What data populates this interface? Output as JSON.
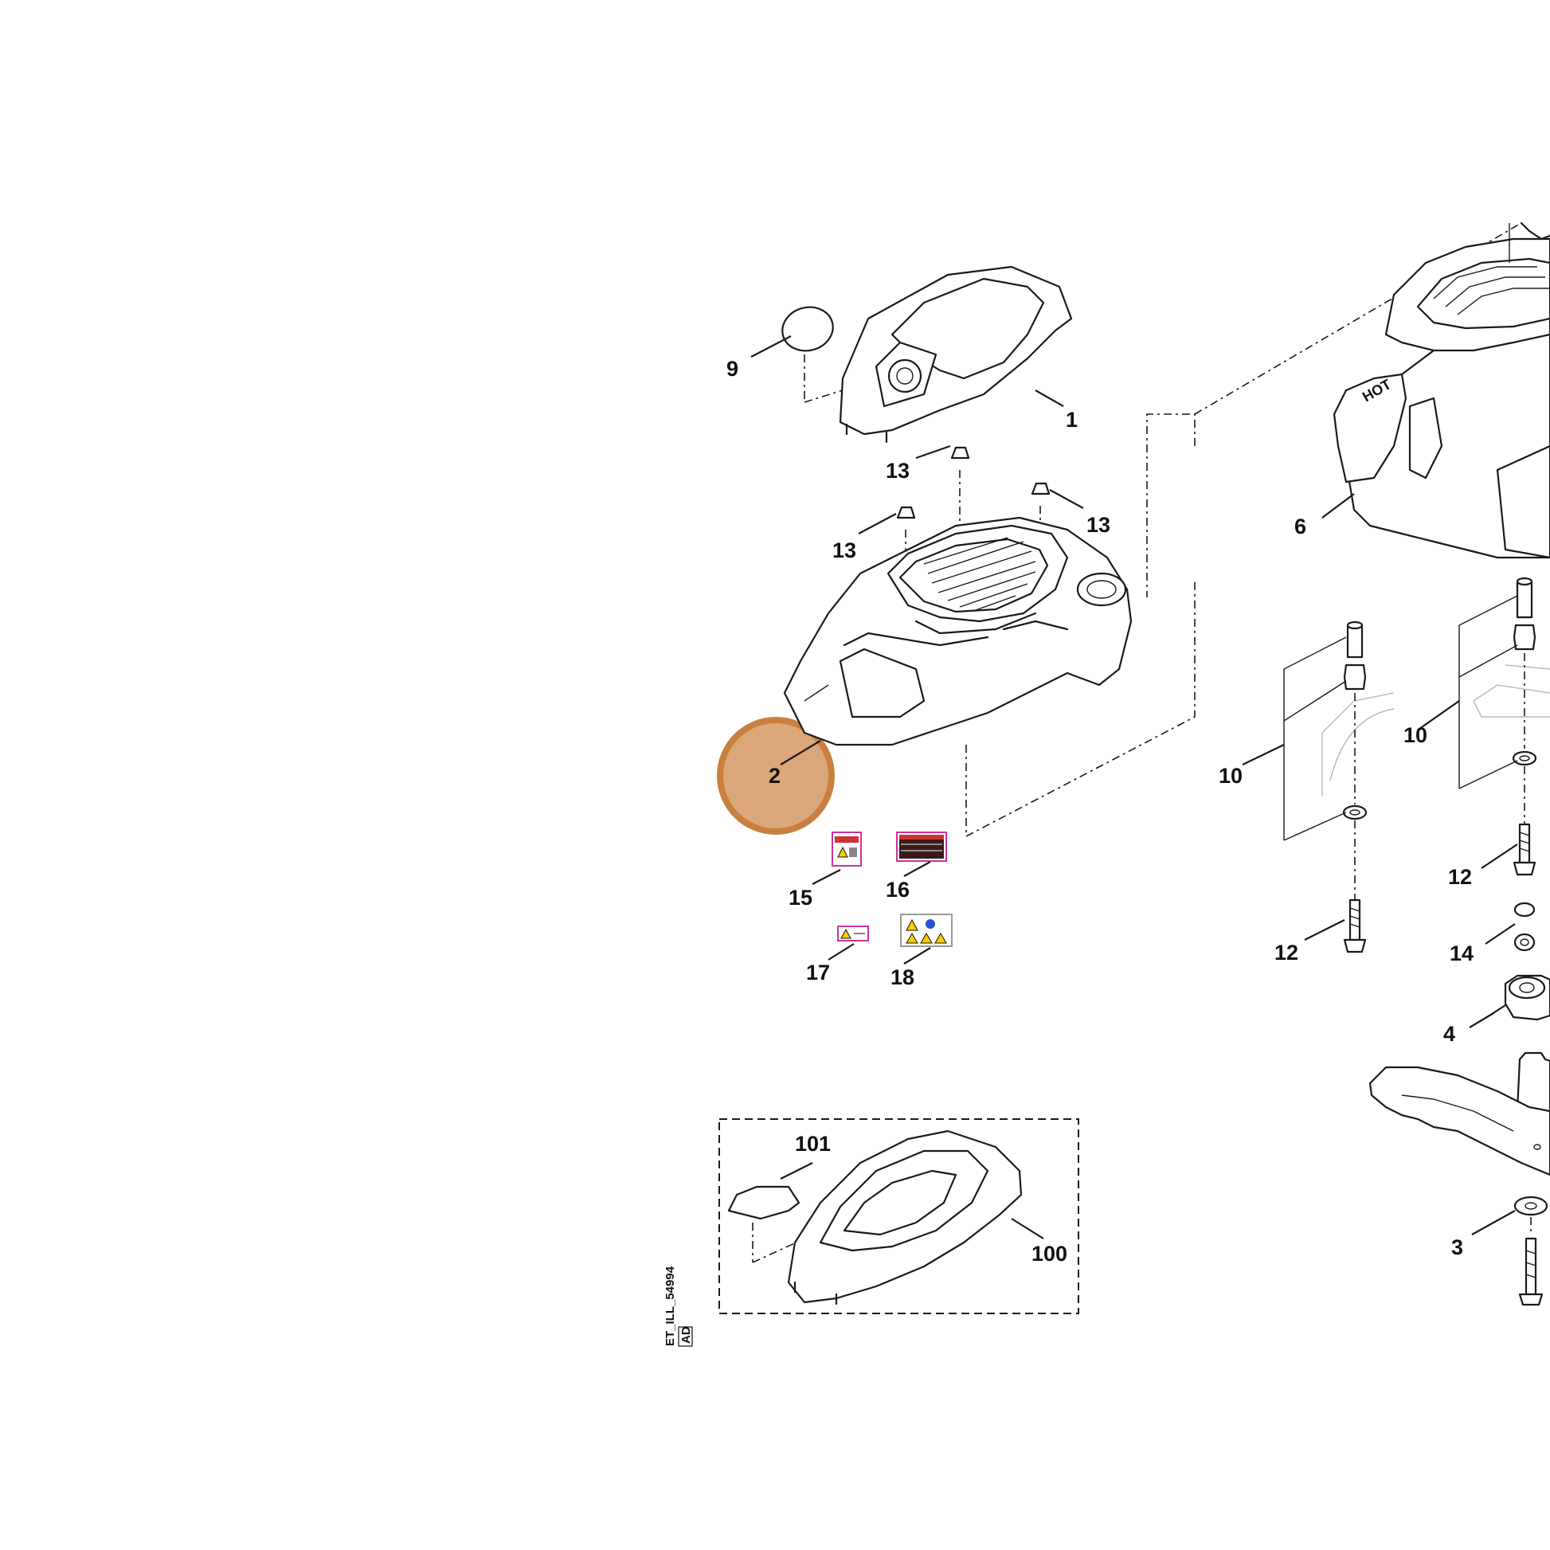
{
  "drawing": {
    "reference_id": "ET_ILL_54994",
    "revision": "AD",
    "highlight_color": "#d9a77a",
    "highlight_border_color": "#c9803f",
    "highlighted_part": "2"
  },
  "parts": {
    "p1": "1",
    "p2": "2",
    "p3": "3",
    "p4": "4",
    "p6": "6",
    "p9": "9",
    "p10a": "10",
    "p10b": "10",
    "p12a": "12",
    "p12b": "12",
    "p13a": "13",
    "p13b": "13",
    "p13c": "13",
    "p14": "14",
    "p15": "15",
    "p16": "16",
    "p17": "17",
    "p18": "18",
    "p100": "100",
    "p101": "101"
  },
  "engine_decal_text": "HOT"
}
